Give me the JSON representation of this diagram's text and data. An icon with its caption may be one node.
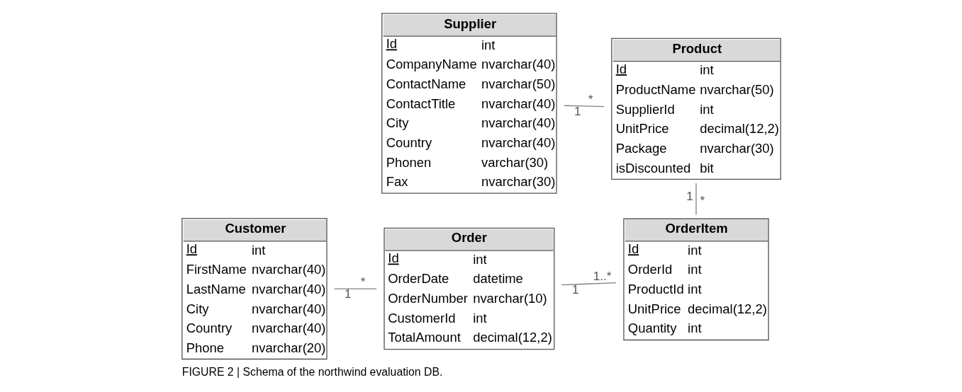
{
  "diagram": {
    "caption": "FIGURE 2 | Schema of the northwind evaluation DB.",
    "nodes": [
      {
        "text": [
          "Customer",
          "Id",
          "int",
          "FirstName",
          "nvarchar(40)",
          "LastName",
          "nvarchar(40)",
          "City",
          "nvarchar(40)",
          "Country",
          "nvarchar(40)",
          "Phone",
          "nvarchar(20)"
        ]
      },
      {
        "text": [
          "Order",
          "Id",
          "int",
          "OrderDate",
          "datetime",
          "OrderNumber",
          "nvarchar(10)",
          "CustomerId",
          "int",
          "TotalAmount",
          "decimal(12,2)"
        ]
      },
      {
        "text": [
          "OrderItem",
          "Id",
          "int",
          "OrderId",
          "int",
          "ProductId",
          "int",
          "UnitPrice",
          "decimal(12,2)",
          "Quantity",
          "int"
        ]
      },
      {
        "text": [
          "Supplier",
          "Id",
          "int",
          "CompanyName",
          "nvarchar(40)",
          "ContactName",
          "nvarchar(50)",
          "ContactTitle",
          "nvarchar(40)",
          "City",
          "nvarchar(40)",
          "Country",
          "nvarchar(40)",
          "Phonen",
          "varchar(30)",
          "Fax",
          "nvarchar(30)"
        ]
      },
      {
        "text": [
          "Product",
          "Id",
          "int",
          "ProductName",
          "nvarchar(50)",
          "SupplierId",
          "int",
          "UnitPrice",
          "decimal(12,2)",
          "Package",
          "nvarchar(30)",
          "isDiscounted",
          "bit"
        ]
      }
    ],
    "edges": [
      {
        "from": 0,
        "to": 1,
        "arrow": "none"
      },
      {
        "from": 1,
        "to": 2,
        "arrow": "none"
      },
      {
        "from": 3,
        "to": 4,
        "arrow": "none"
      },
      {
        "from": 4,
        "to": 2,
        "arrow": "none"
      }
    ],
    "labels": [
      "1",
      "*",
      "1",
      "1..*",
      "1",
      "*",
      "1",
      "*"
    ]
  }
}
